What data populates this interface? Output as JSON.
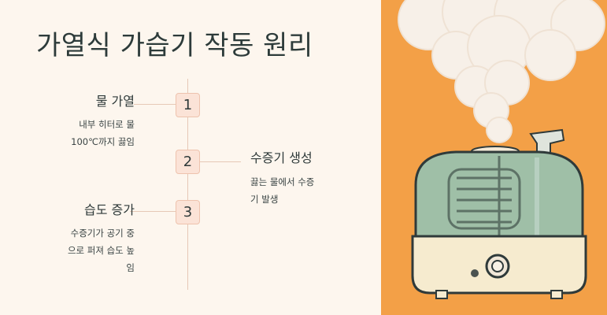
{
  "title": "가열식 가습기 작동 원리",
  "steps": [
    {
      "number": "1",
      "title": "물 가열",
      "description_lines": [
        "내부 히터로 물",
        "100℃까지 끓임"
      ]
    },
    {
      "number": "2",
      "title": "수증기 생성",
      "description_lines": [
        "끓는 물에서 수증",
        "기 발생"
      ]
    },
    {
      "number": "3",
      "title": "습도 증가",
      "description_lines": [
        "수증기가 공기 중",
        "으로 퍼져 습도 높",
        "임"
      ]
    }
  ],
  "colors": {
    "background": "#fdf6ee",
    "badge_fill": "#fbe3d7",
    "line": "#e6c8b6",
    "image_background": "#f3a047",
    "humidifier_body": "#9fbfa7",
    "humidifier_base": "#f6ebcf",
    "steam": "#f7f0e8"
  },
  "illustration": {
    "subject": "heated-humidifier-illustration"
  }
}
